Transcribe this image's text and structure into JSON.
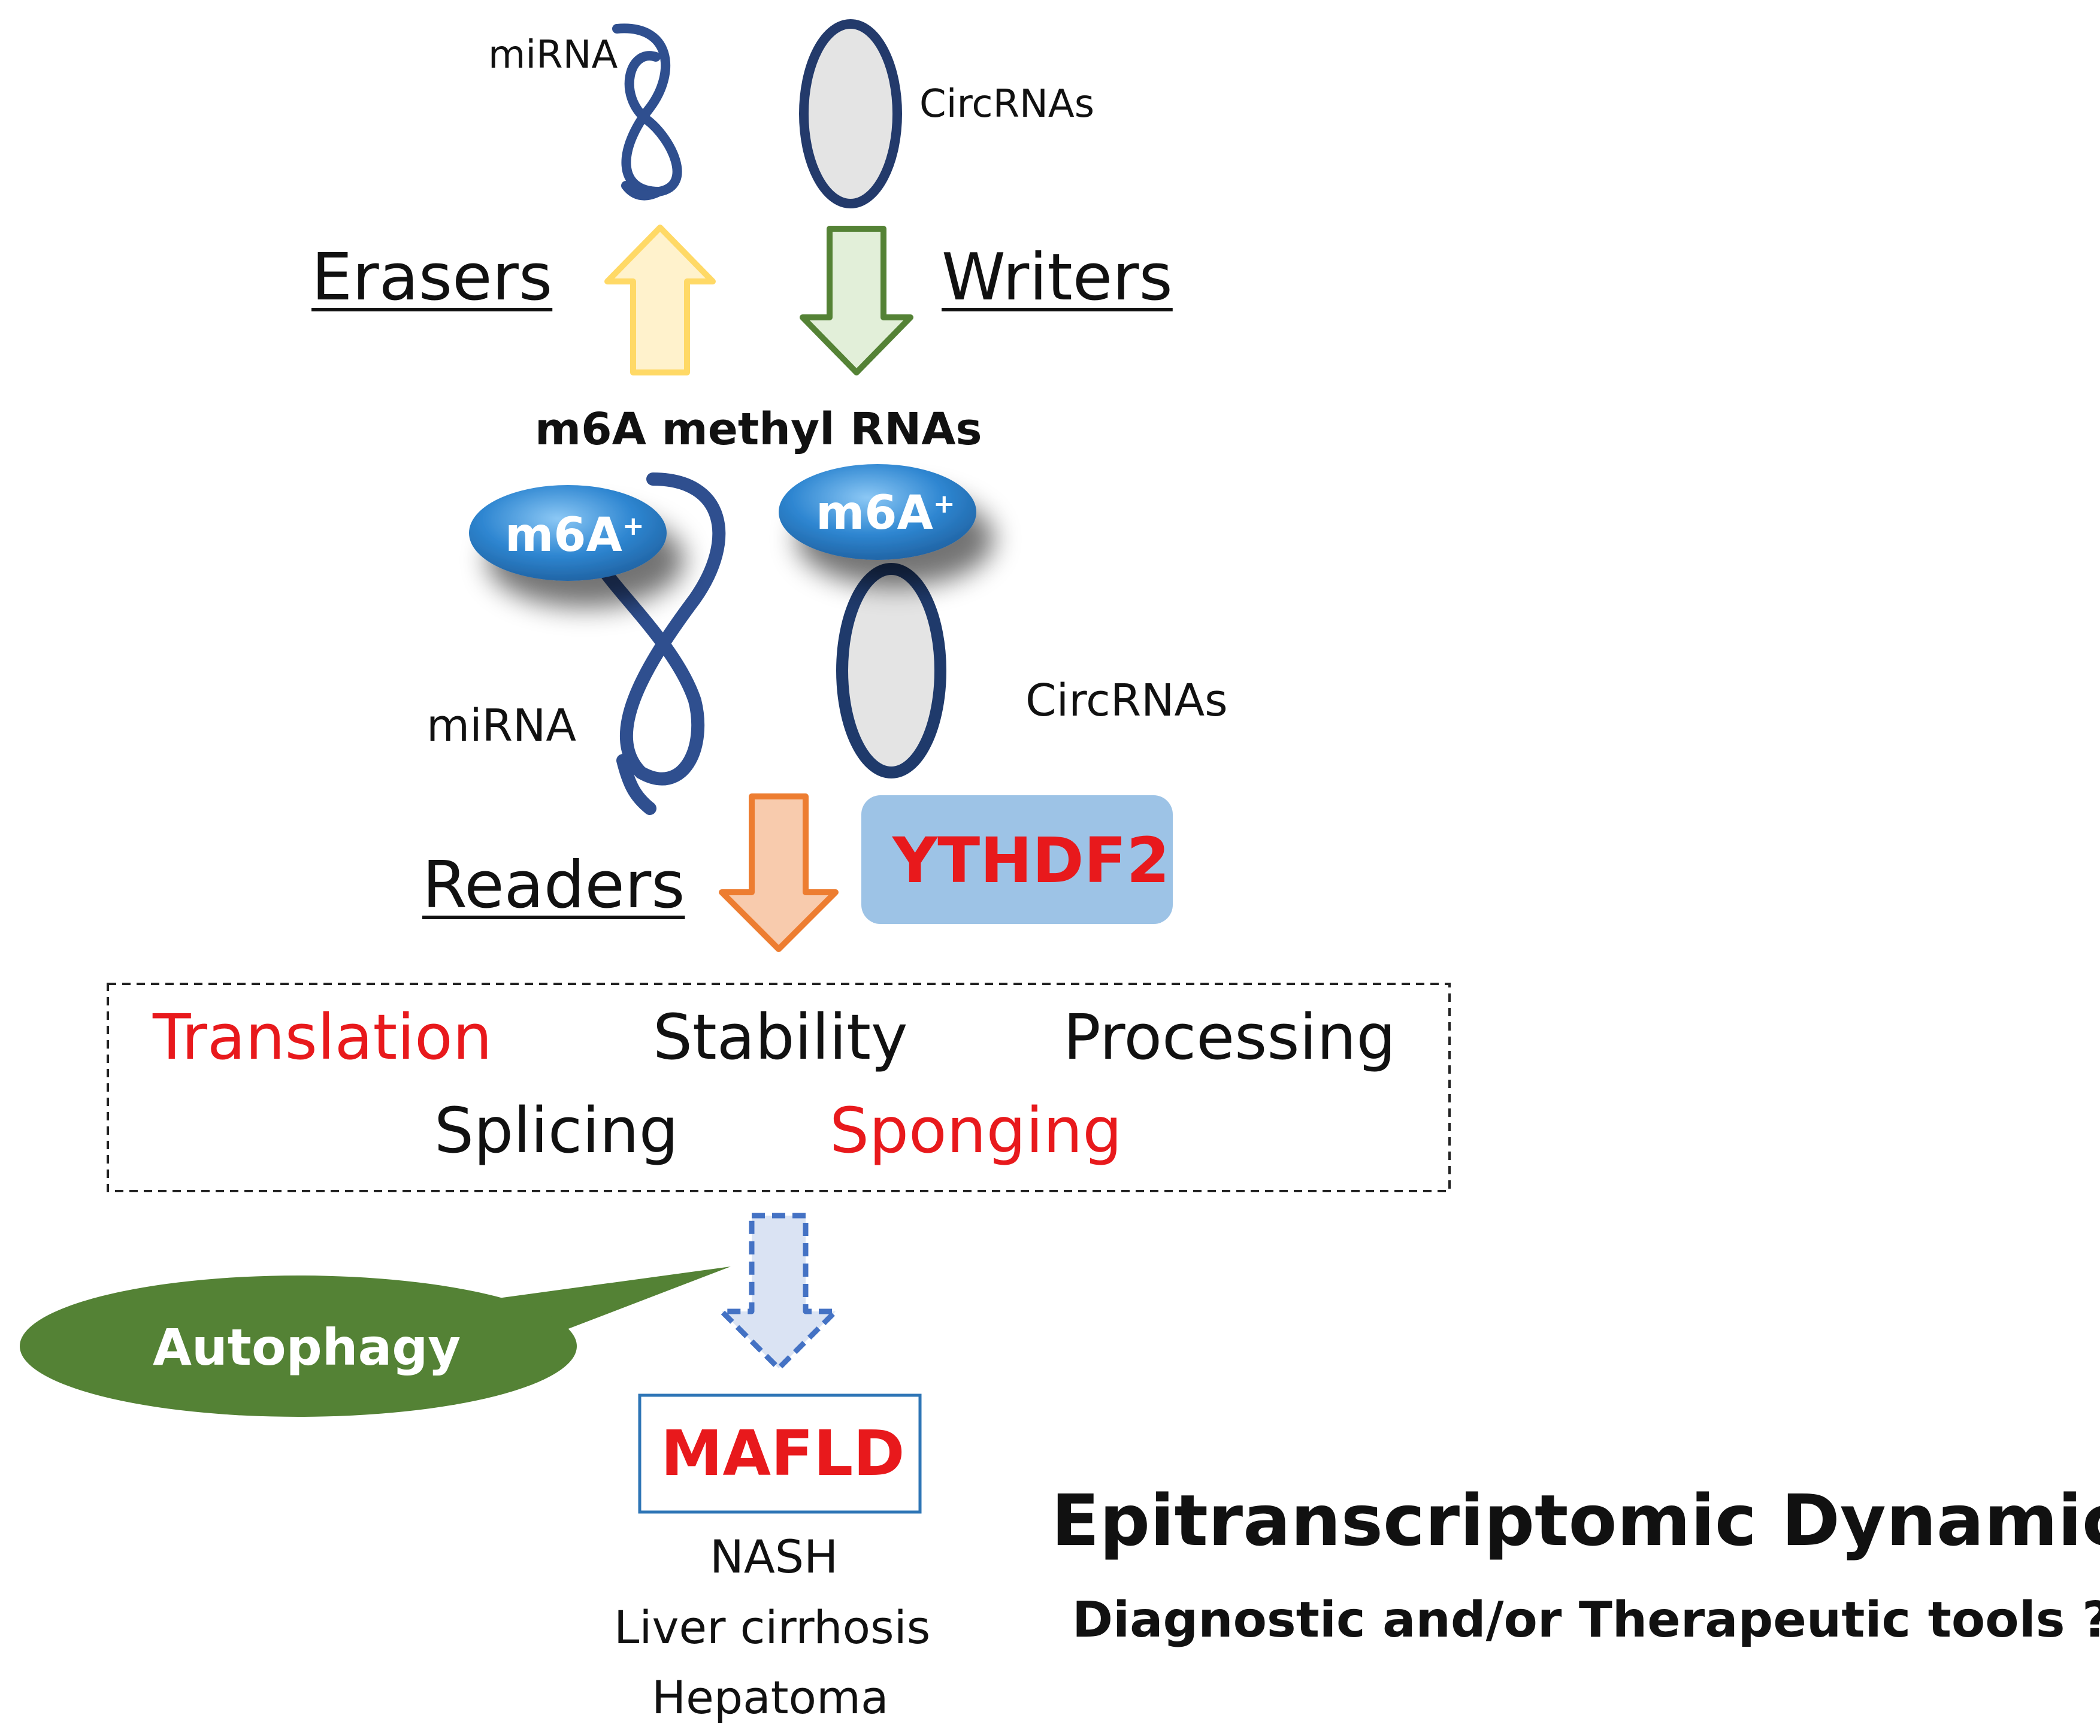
{
  "top": {
    "mirna_label": "miRNA",
    "circrna_label": "CircRNAs"
  },
  "enzymes": {
    "erasers": "Erasers",
    "writers": "Writers",
    "readers": "Readers"
  },
  "methyl": {
    "title": "m6A methyl RNAs",
    "mark": "m6A",
    "mark_sup": "+",
    "mirna_label": "miRNA",
    "circrna_label": "CircRNAs"
  },
  "reader_protein": "YTHDF2",
  "processes": {
    "row1": [
      "Translation",
      "Stability",
      "Processing"
    ],
    "row2": [
      "Splicing",
      "Sponging"
    ]
  },
  "autophagy": "Autophagy",
  "outcome": {
    "box": "MAFLD",
    "items": [
      "NASH",
      "Liver cirrhosis",
      "Hepatoma"
    ]
  },
  "footer": {
    "title": "Epitranscriptomic Dynamics",
    "subtitle": "Diagnostic and/or Therapeutic tools ?"
  },
  "colors": {
    "rna_strand": "#2f4f8f",
    "circ_fill": "#e4e4e4",
    "eraser_arrow": "#ffd966",
    "writer_arrow": "#548235",
    "reader_arrow": "#ed7d31",
    "ythdf2_box": "#9dc3e6",
    "m6a_blue": "#2e86d1",
    "autophagy_green": "#548235",
    "highlight_red": "#e8191c"
  }
}
